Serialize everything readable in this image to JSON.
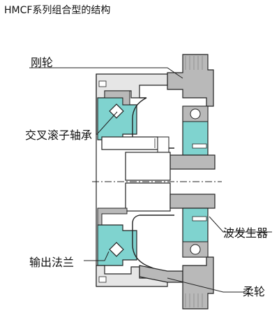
{
  "title": "HMCF系列组合型的结构",
  "labels": {
    "circular_spline": "刚轮",
    "cross_roller_bearing": "交叉滚子轴承",
    "wave_generator": "波发生器",
    "output_flange": "输出法兰",
    "flexspline": "柔轮"
  },
  "colors": {
    "cyan": "#7fd3cf",
    "gray": "#b9b9b9",
    "dark_gray": "#8c8c8c",
    "line": "#222222",
    "background": "#ffffff"
  }
}
